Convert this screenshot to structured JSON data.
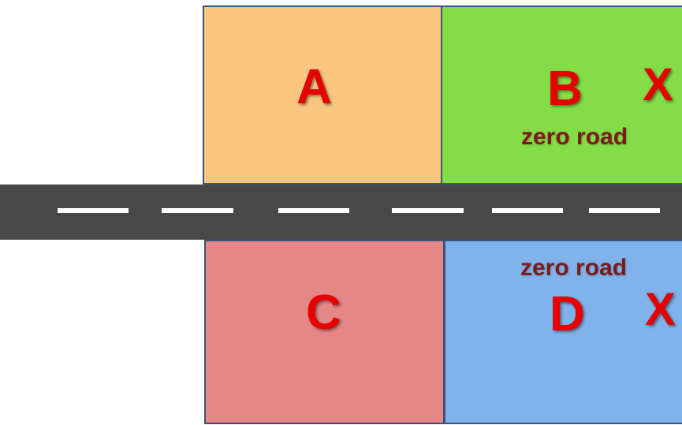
{
  "plots": {
    "a": {
      "letter": "A",
      "fill": "#f9c681"
    },
    "b": {
      "letter": "B",
      "mark": "X",
      "road_label": "zero road",
      "fill": "#84dc47"
    },
    "c": {
      "letter": "C",
      "fill": "#e58787"
    },
    "d": {
      "letter": "D",
      "mark": "X",
      "road_label": "zero road",
      "fill": "#80b2eb"
    }
  },
  "road": {
    "surface_color": "#484848",
    "dash_color": "#ffffff",
    "dash_count": 6
  },
  "colors": {
    "letter": "#e60000",
    "road_label": "#7a1b1b",
    "border": "#3a5478"
  }
}
